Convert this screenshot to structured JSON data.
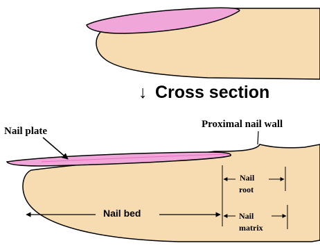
{
  "colors": {
    "skin": "#f7dcb2",
    "nail": "#f0a6d8",
    "nail_dark": "#e86fc3",
    "line": "#000000"
  },
  "caption": {
    "arrow": "↓",
    "text": "Cross section"
  },
  "labels": {
    "nail_plate": "Nail plate",
    "proximal_nail_wall": "Proximal nail wall",
    "nail_bed": "Nail bed",
    "nail_root_line1": "Nail",
    "nail_root_line2": "root",
    "nail_matrix_line1": "Nail",
    "nail_matrix_line2": "matrix"
  }
}
